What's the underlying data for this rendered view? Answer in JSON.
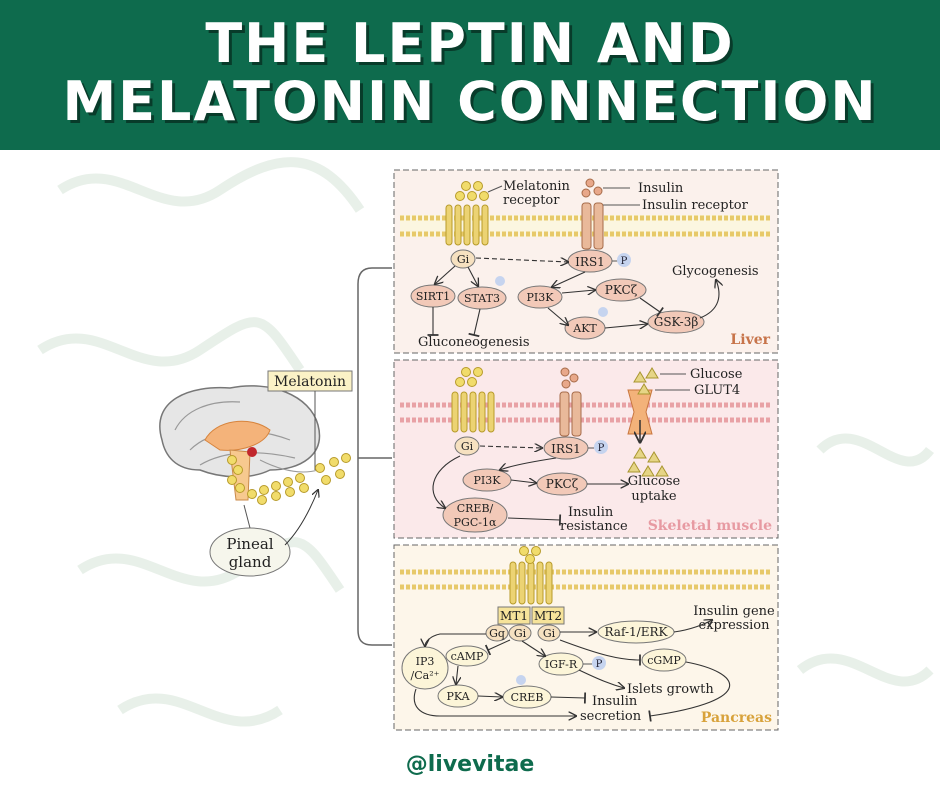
{
  "title": {
    "line1": "THE LEPTIN AND",
    "line2": "MELATONIN CONNECTION"
  },
  "handle": "@livevitae",
  "left": {
    "melatonin": "Melatonin",
    "pineal_line1": "Pineal",
    "pineal_line2": "gland"
  },
  "liver": {
    "section_label": "Liver",
    "melatonin_receptor_l1": "Melatonin",
    "melatonin_receptor_l2": "receptor",
    "insulin": "Insulin",
    "insulin_receptor": "Insulin receptor",
    "gi": "Gi",
    "irs1": "IRS1",
    "p": "P",
    "glycogenesis": "Glycogenesis",
    "sirt1": "SIRT1",
    "stat3": "STAT3",
    "pi3k": "PI3K",
    "pkcz": "PKCζ",
    "akt": "AKT",
    "gsk3b": "GSK-3β",
    "gluconeogenesis": "Gluconeogenesis"
  },
  "muscle": {
    "section_label": "Skeletal muscle",
    "glucose": "Glucose",
    "glut4": "GLUT4",
    "gi": "Gi",
    "irs1": "IRS1",
    "p": "P",
    "pi3k": "PI3K",
    "pkcz": "PKCζ",
    "glucose_uptake_l1": "Glucose",
    "glucose_uptake_l2": "uptake",
    "creb_l1": "CREB/",
    "creb_l2": "PGC-1α",
    "insulin_resistance_l1": "Insulin",
    "insulin_resistance_l2": "resistance"
  },
  "pancreas": {
    "section_label": "Pancreas",
    "mt1": "MT1",
    "mt2": "MT2",
    "gq": "Gq",
    "gi1": "Gi",
    "gi2": "Gi",
    "raf": "Raf-1/ERK",
    "insulin_gene_l1": "Insulin gene",
    "insulin_gene_l2": "expression",
    "ip3": "IP3",
    "ca": "/Ca²⁺",
    "camp": "cAMP",
    "igfr": "IGF-R",
    "p": "P",
    "cgmp": "cGMP",
    "islets": "Islets growth",
    "pka": "PKA",
    "creb": "CREB",
    "insulin_secretion_l1": "Insulin",
    "insulin_secretion_l2": "secretion"
  }
}
